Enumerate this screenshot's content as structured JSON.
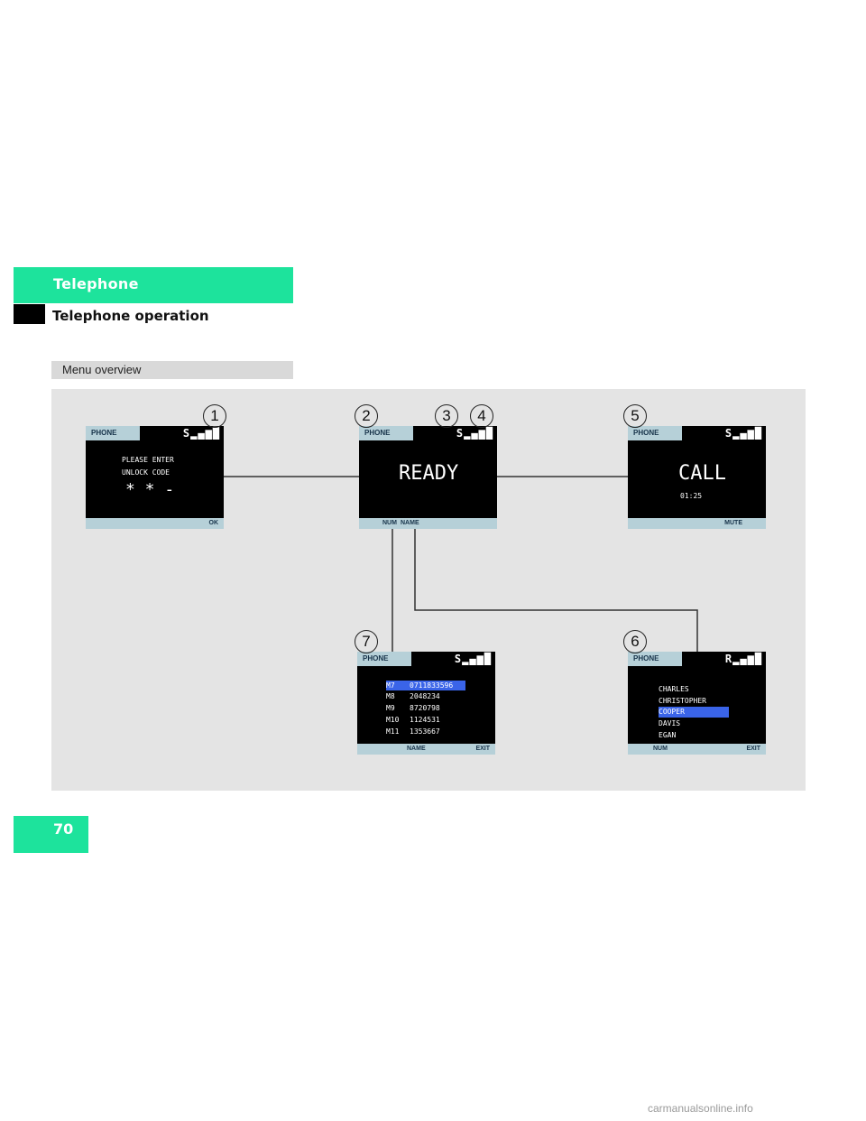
{
  "header": {
    "section": "Telephone",
    "subsection": "Telephone operation",
    "menu_label": "Menu overview"
  },
  "page_number": "70",
  "watermark": "carmanualsonline.info",
  "colors": {
    "accent": "#1de39c",
    "screen_bar": "#b6d0d8",
    "highlight": "#3a64e8",
    "diagram_bg": "#e4e4e4"
  },
  "callouts": [
    "1",
    "2",
    "3",
    "4",
    "5",
    "6",
    "7"
  ],
  "screens": {
    "unlock": {
      "tab": "PHONE",
      "signal": "S▂▄▆█",
      "line1": "PLEASE ENTER",
      "line2": "UNLOCK CODE",
      "code": "* * -",
      "softkey": "OK"
    },
    "ready": {
      "tab": "PHONE",
      "signal": "S▂▄▆█",
      "main": "READY",
      "softkey_left": "NUM",
      "softkey_right": "NAME"
    },
    "call": {
      "tab": "PHONE",
      "signal": "S▂▄▆█",
      "main": "CALL",
      "time": "01:25",
      "softkey": "MUTE"
    },
    "numbers": {
      "tab": "PHONE",
      "signal": "S▂▄▆█",
      "rows": [
        {
          "mem": "M7",
          "num": "0711833596",
          "selected": true
        },
        {
          "mem": "M8",
          "num": "2048234",
          "selected": false
        },
        {
          "mem": "M9",
          "num": "8720798",
          "selected": false
        },
        {
          "mem": "M10",
          "num": "1124531",
          "selected": false
        },
        {
          "mem": "M11",
          "num": "1353667",
          "selected": false
        }
      ],
      "softkey_left": "NAME",
      "softkey_right": "EXIT"
    },
    "names": {
      "tab": "PHONE",
      "signal": "R▂▄▆█",
      "rows": [
        "CHARLES",
        "CHRISTOPHER",
        "COOPER",
        "DAVIS",
        "EGAN"
      ],
      "selected_index": 2,
      "softkey_left": "NUM",
      "softkey_right": "EXIT"
    }
  }
}
